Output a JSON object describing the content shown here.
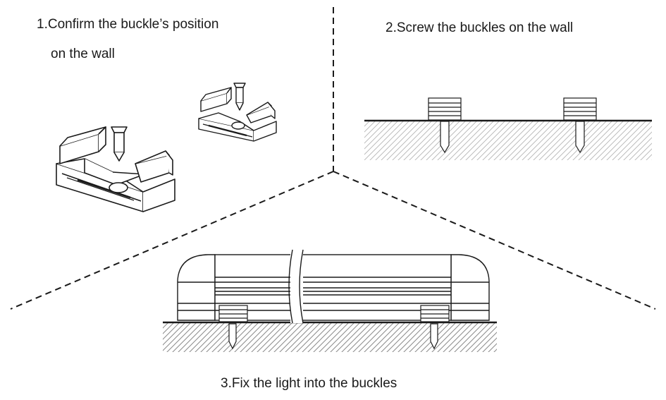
{
  "steps": [
    {
      "number": "1",
      "line1": "1.Confirm the buckle’s position",
      "line2": "on the wall"
    },
    {
      "number": "2",
      "text": "2.Screw the buckles on the wall"
    },
    {
      "number": "3",
      "text": "3.Fix the light into the buckles"
    }
  ],
  "colors": {
    "line": "#1a1a1a",
    "hatch": "#9a9a9a",
    "background": "#ffffff"
  }
}
